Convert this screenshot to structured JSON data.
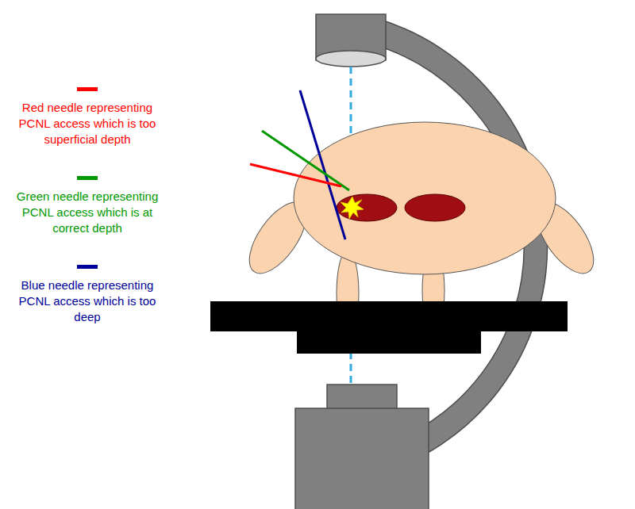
{
  "diagram": {
    "legend": [
      {
        "text": "Red needle representing PCNL access which is too superficial depth",
        "color": "#ff0000"
      },
      {
        "text": "Green needle representing PCNL access which is at correct depth",
        "color": "#009900"
      },
      {
        "text": "Blue needle representing PCNL access which is too deep",
        "color": "#000099"
      }
    ]
  }
}
